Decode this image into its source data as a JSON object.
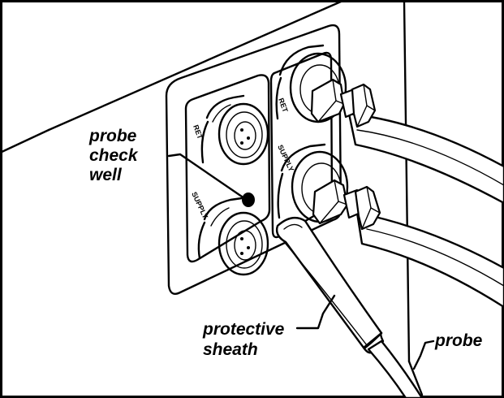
{
  "labels": {
    "probe_check_well": [
      "probe",
      "check",
      "well"
    ],
    "protective_sheath": [
      "protective",
      "sheath"
    ],
    "probe": "probe"
  },
  "port_markings": {
    "left_ret": "RET",
    "left_supply": "SUPPLY",
    "right_ret": "RET",
    "right_supply": "SUPPLY"
  }
}
